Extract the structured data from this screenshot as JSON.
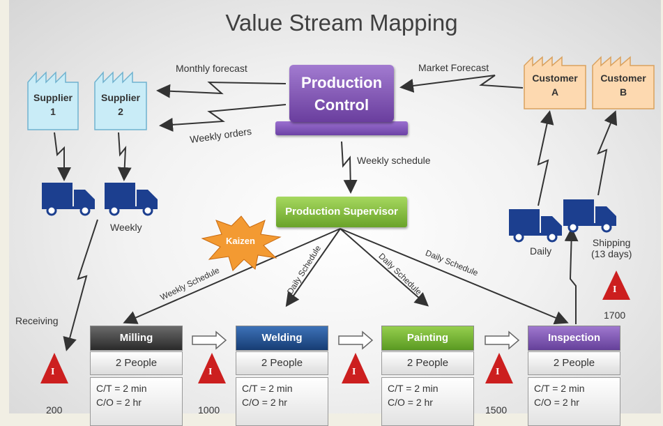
{
  "title": "Value Stream Mapping",
  "suppliers": [
    {
      "line1": "Supplier",
      "line2": "1"
    },
    {
      "line1": "Supplier",
      "line2": "2"
    }
  ],
  "customers": [
    {
      "line1": "Customer",
      "line2": "A"
    },
    {
      "line1": "Customer",
      "line2": "B"
    }
  ],
  "production_control": {
    "line1": "Production",
    "line2": "Control"
  },
  "production_supervisor": "Production Supervisor",
  "kaizen": "Kaizen",
  "flows": {
    "monthly_forecast": "Monthly forecast",
    "weekly_orders": "Weekly orders",
    "market_forecast": "Market Forecast",
    "weekly_schedule": "Weekly schedule",
    "weekly": "Weekly",
    "receiving": "Receiving",
    "daily": "Daily",
    "shipping_1": "Shipping",
    "shipping_2": "(13 days)",
    "weekly_schedule_diag": "Weekly Schedule",
    "daily_schedule": "Daily Schedule"
  },
  "processes": [
    {
      "name": "Milling",
      "people": "2 People",
      "ct": "C/T = 2 min",
      "co": "C/O = 2 hr",
      "color": "#3a3a3a"
    },
    {
      "name": "Welding",
      "people": "2 People",
      "ct": "C/T = 2 min",
      "co": "C/O = 2 hr",
      "color": "#1f4e8c"
    },
    {
      "name": "Painting",
      "people": "2 People",
      "ct": "C/T = 2 min",
      "co": "C/O = 2 hr",
      "color": "#6aaa2e"
    },
    {
      "name": "Inspection",
      "people": "2 People",
      "ct": "C/T = 2 min",
      "co": "C/O = 2 hr",
      "color": "#7a4fa8"
    }
  ],
  "inventory": {
    "symbol": "I",
    "quantities": [
      "200",
      "1000",
      "1500",
      "1700"
    ]
  },
  "colors": {
    "supplier": "#c9ecf7",
    "customer": "#fdd9b0",
    "truck": "#1c3f8f",
    "inventory": "#cc1f1f",
    "kaizen": "#f39a32"
  }
}
